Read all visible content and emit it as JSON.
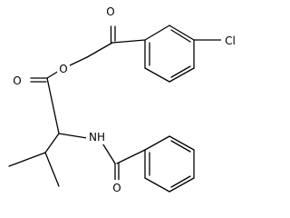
{
  "structure": {
    "atom_labels": {
      "ketone_oxygen": "O",
      "ester_ether_oxygen": "O",
      "ester_carbonyl_oxygen": "O",
      "amide_nitrogen": "NH",
      "amide_carbonyl_oxygen": "O",
      "chlorine": "Cl"
    },
    "colors": {
      "bond": "#000000",
      "label": "#000000",
      "background": "#ffffff"
    }
  }
}
